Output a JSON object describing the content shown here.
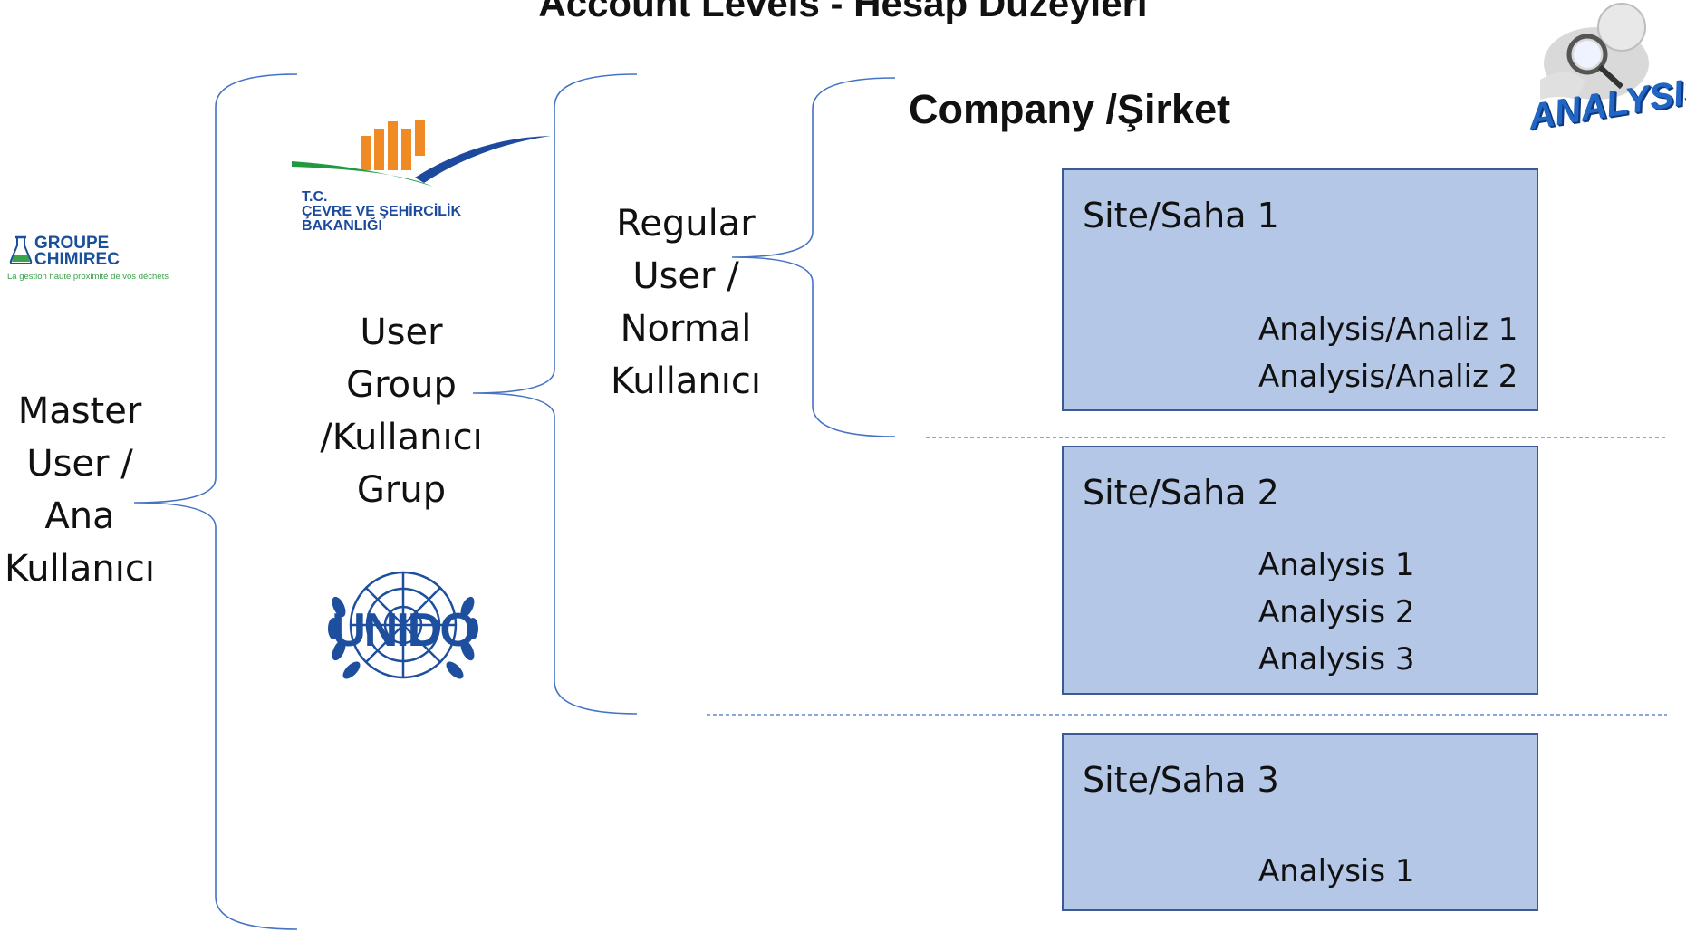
{
  "title": "Account Levels - Hesap Düzeyleri",
  "hierarchy": {
    "master_user": "Master\nUser /\nAna\nKullanıcı",
    "user_group": "User\nGroup\n/Kullanıcı\nGrup",
    "regular_user": "Regular\nUser /\nNormal\nKullanıcı"
  },
  "company": {
    "title": "Company /Şirket"
  },
  "sites": [
    {
      "title": "Site/Saha 1",
      "analyses": [
        "Analysis/Analiz 1",
        "Analysis/Analiz 2"
      ]
    },
    {
      "title": "Site/Saha 2",
      "analyses": [
        "Analysis 1",
        "Analysis 2",
        "Analysis 3"
      ]
    },
    {
      "title": "Site/Saha 3",
      "analyses": [
        "Analysis 1"
      ]
    }
  ],
  "logos": {
    "chimirec": {
      "name": "GROUPE\nCHIMIREC",
      "tagline": "La gestion haute proximité de vos déchets"
    },
    "ministry": {
      "text": "T.C.\nÇEVRE VE ŞEHİRCİLİK\nBAKANLIĞI"
    },
    "unido": {
      "text": "UNIDO"
    },
    "analysis": {
      "text": "ANALYSIS"
    }
  },
  "colors": {
    "site_fill": "#b4c7e7",
    "site_border": "#3c5a94",
    "bracket": "#4472c4"
  }
}
